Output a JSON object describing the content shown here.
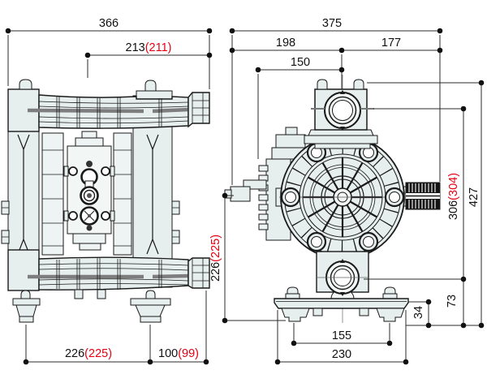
{
  "drawing": {
    "background": "#ffffff",
    "line_color": "#1a1a1a",
    "body_fill": "#e7efee",
    "inner_fill": "#f2f7f6",
    "alt_value_color": "#e60012",
    "stripe_color": "#7d7d7d"
  },
  "dims": {
    "side_width_overall": {
      "main": "366",
      "paren": ""
    },
    "side_width_center_right": {
      "main": "213",
      "paren": "(211)"
    },
    "side_feet_span": {
      "main": "226",
      "paren": "(225)"
    },
    "side_foot_to_edge": {
      "main": "100",
      "paren": "(99)"
    },
    "center_air_valve_height": {
      "main": "226",
      "paren": "(225)"
    },
    "front_width_overall": {
      "main": "375",
      "paren": ""
    },
    "front_width_left": {
      "main": "198",
      "paren": ""
    },
    "front_width_right": {
      "main": "177",
      "paren": ""
    },
    "front_width_muffler": {
      "main": "150",
      "paren": ""
    },
    "front_height_overall": {
      "main": "427",
      "paren": ""
    },
    "front_height_outlet": {
      "main": "306",
      "paren": "(304)"
    },
    "front_height_inlet": {
      "main": "73",
      "paren": ""
    },
    "front_height_base": {
      "main": "34",
      "paren": ""
    },
    "front_feet_span": {
      "main": "155",
      "paren": ""
    },
    "front_base_width": {
      "main": "230",
      "paren": ""
    }
  }
}
